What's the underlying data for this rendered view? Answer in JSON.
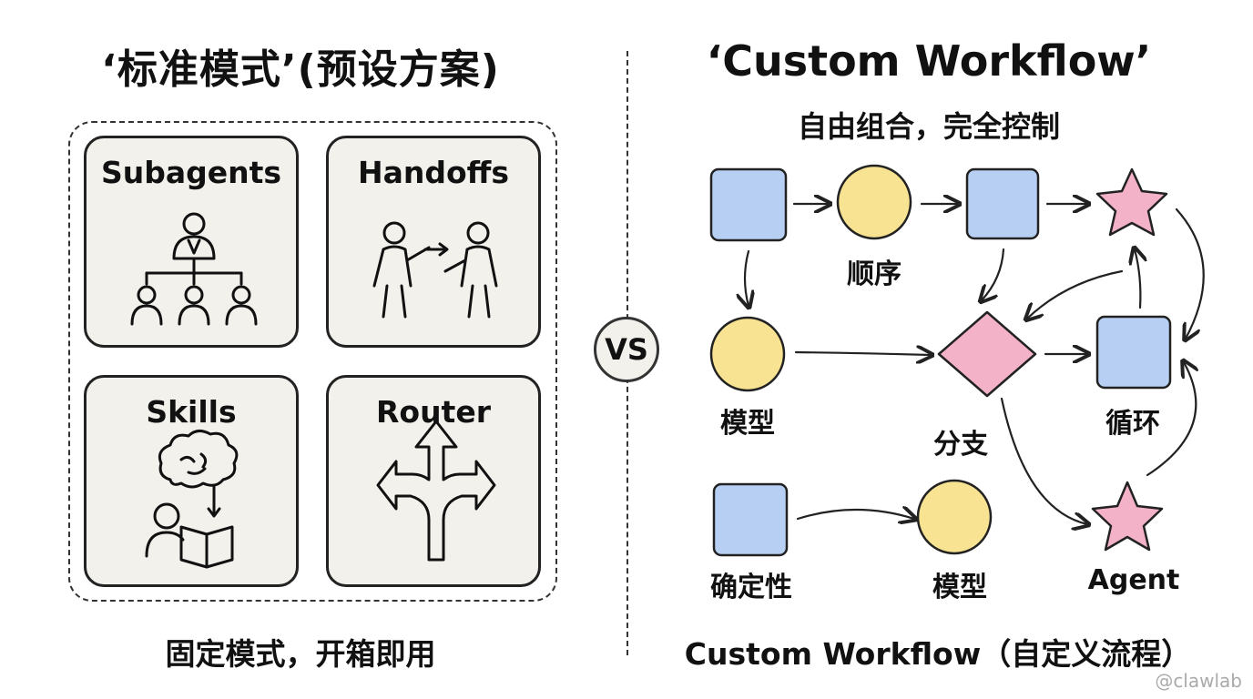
{
  "left": {
    "title": "‘标准模式’(预设方案)",
    "cards": [
      {
        "label": "Subagents",
        "icon": "hierarchy-icon"
      },
      {
        "label": "Handoffs",
        "icon": "handoff-icon"
      },
      {
        "label": "Skills",
        "icon": "brain-reader-icon"
      },
      {
        "label": "Router",
        "icon": "split-arrows-icon"
      }
    ],
    "caption": "固定模式，开箱即用"
  },
  "vs_label": "VS",
  "right": {
    "title": "‘Custom Workflow’",
    "subtitle": "自由组合，完全控制",
    "node_labels": {
      "sequence": "顺序",
      "model_1": "模型",
      "branch": "分支",
      "loop": "循环",
      "deterministic": "确定性",
      "model_2": "模型",
      "agent": "Agent"
    },
    "caption": "Custom Workflow（自定义流程）"
  },
  "colors": {
    "square_fill": "#b7cff3",
    "circle_fill": "#f8e392",
    "star_fill": "#f3b2c7",
    "diamond_fill": "#f3b2c7",
    "card_fill": "#f2f1ec"
  },
  "watermark": "@clawlab"
}
